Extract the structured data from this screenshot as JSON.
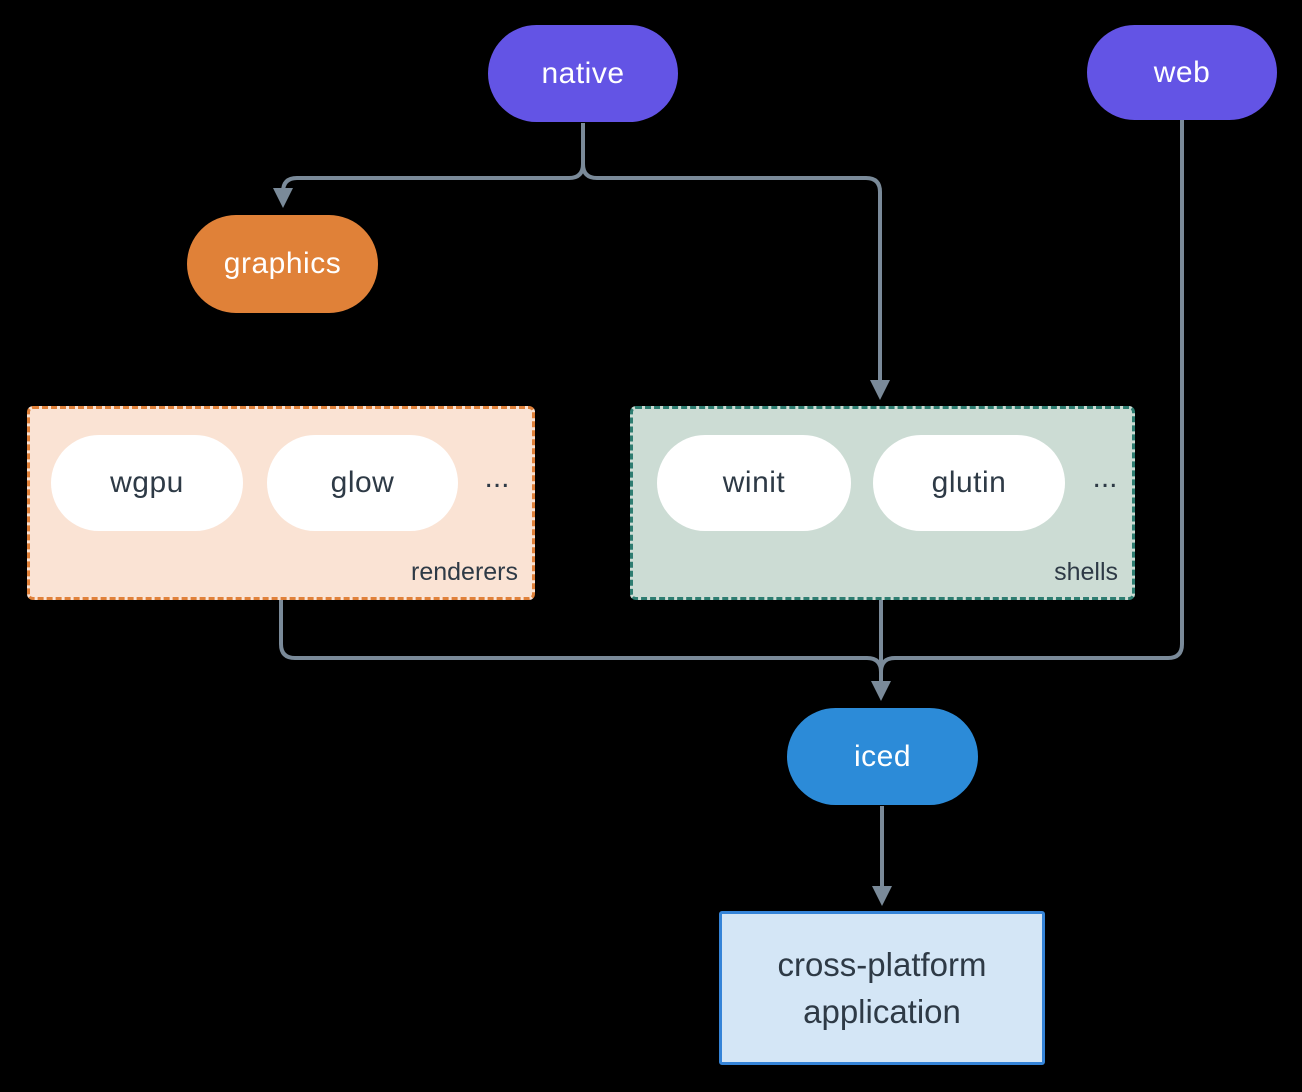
{
  "diagram": {
    "background_color": "#000000",
    "line_color": "#7a8a99",
    "nodes": {
      "native": {
        "label": "native",
        "fill": "#6354e5",
        "text_color": "#ffffff"
      },
      "web": {
        "label": "web",
        "fill": "#6354e5",
        "text_color": "#ffffff"
      },
      "graphics": {
        "label": "graphics",
        "fill": "#e08138",
        "text_color": "#ffffff"
      },
      "iced": {
        "label": "iced",
        "fill": "#2c8bd8",
        "text_color": "#ffffff"
      },
      "application": {
        "label": "cross-platform application",
        "fill": "#d4e6f6",
        "border_color": "#3584d8",
        "text_color": "#2e3a46"
      }
    },
    "groups": {
      "renderers": {
        "label": "renderers",
        "items": [
          "wgpu",
          "glow"
        ],
        "ellipsis": "...",
        "fill": "#fae3d4",
        "border_color": "#e0813a",
        "item_text_color": "#2e3a46"
      },
      "shells": {
        "label": "shells",
        "items": [
          "winit",
          "glutin"
        ],
        "ellipsis": "...",
        "fill": "#ccdcd4",
        "border_color": "#2e7d71",
        "item_text_color": "#2e3a46"
      }
    },
    "edges": [
      {
        "from": "native",
        "to": "graphics"
      },
      {
        "from": "native",
        "to": "shells"
      },
      {
        "from": "web",
        "to": "iced"
      },
      {
        "from": "renderers",
        "to": "iced"
      },
      {
        "from": "shells",
        "to": "iced"
      },
      {
        "from": "iced",
        "to": "application"
      }
    ]
  }
}
